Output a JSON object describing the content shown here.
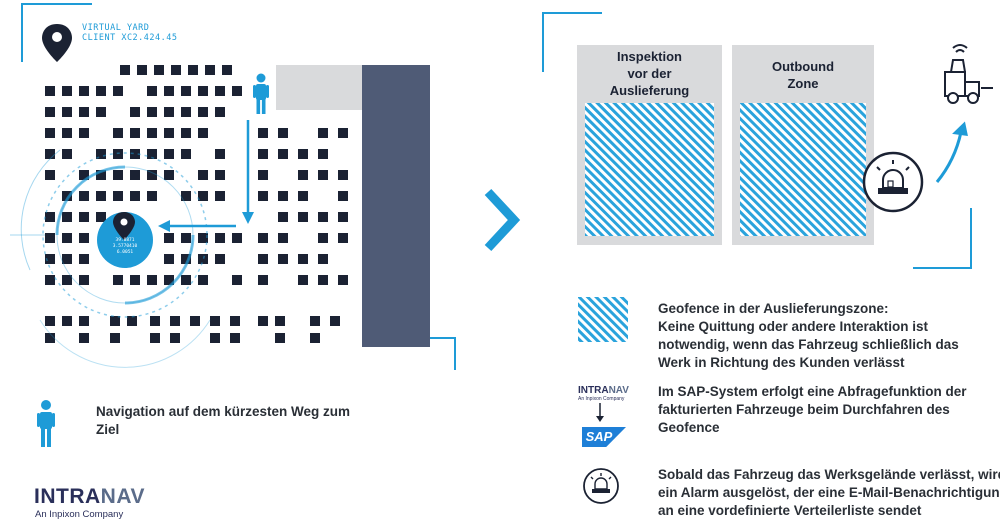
{
  "virtual_yard": {
    "title": "VIRTUAL YARD",
    "client": "CLIENT XC2.424.45"
  },
  "marker_label": [
    "39.0871",
    "3.5770410",
    "6.0051"
  ],
  "zones": [
    {
      "lines": [
        "Inspektion",
        "vor der",
        "Auslieferung"
      ]
    },
    {
      "lines": [
        "Outbound",
        "Zone"
      ]
    }
  ],
  "legend": {
    "navigation": [
      "Navigation auf dem kürzesten Weg zum",
      "Ziel"
    ],
    "geofence": [
      "Geofence in der Auslieferungszone:",
      "Keine Quittung oder andere Interaktion ist",
      "notwendig, wenn das Fahrzeug schließlich das",
      "Werk in Richtung des Kunden verlässt"
    ],
    "sap": [
      "Im SAP-System erfolgt eine Abfragefunktion der",
      "fakturierten Fahrzeuge beim Durchfahren des",
      "Geofence"
    ],
    "alarm": [
      "Sobald das Fahrzeug das Werksgelände verlässt, wird",
      "ein Alarm ausgelöst, der eine E-Mail-Benachrichtigung",
      "an eine vordefinierte Verteilerliste sendet"
    ]
  },
  "logos": {
    "intranav_main": {
      "intra": "INTRA",
      "nav": "NAV",
      "sub": "An Inpixon Company"
    },
    "intranav_small": {
      "intra": "INTRA",
      "nav": "NAV",
      "sub": "An Inpixon Company"
    },
    "sap": "SAP"
  },
  "colors": {
    "accent": "#1e9bd7",
    "navy": "#1b2233",
    "slate": "#4f5b76",
    "grey": "#d9dadc"
  }
}
